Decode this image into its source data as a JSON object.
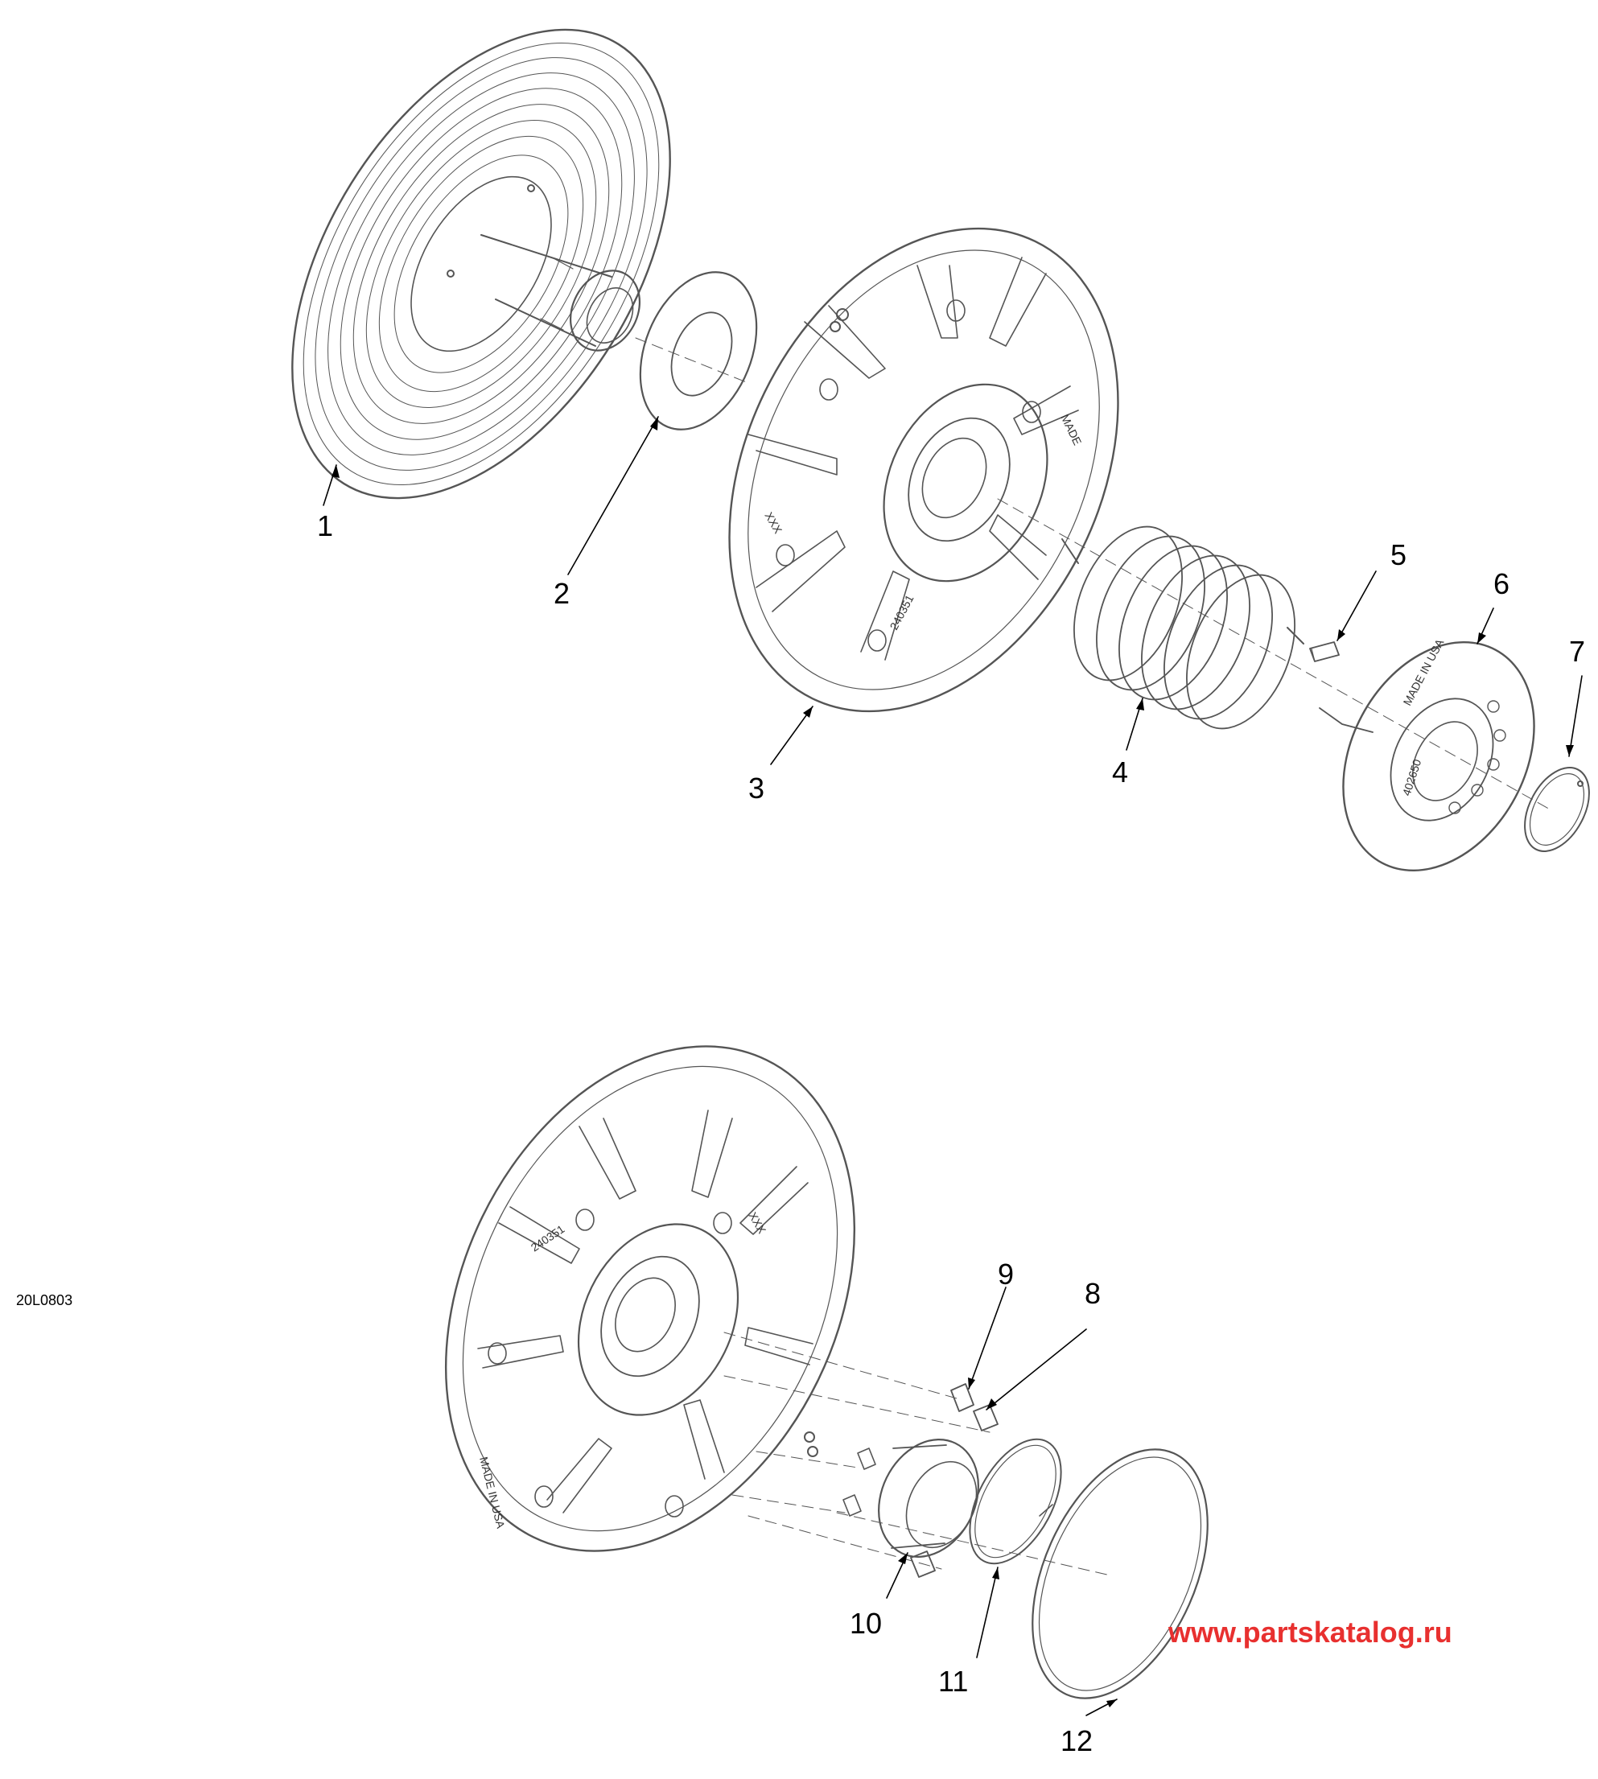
{
  "diagram": {
    "figure_code": "20L0803",
    "watermark": "www.partskatalog.ru",
    "watermark_color": "#e8302f",
    "line_color": "#555555",
    "callouts": [
      {
        "id": "1",
        "label": "1"
      },
      {
        "id": "2",
        "label": "2"
      },
      {
        "id": "3",
        "label": "3"
      },
      {
        "id": "4",
        "label": "4"
      },
      {
        "id": "5",
        "label": "5"
      },
      {
        "id": "6",
        "label": "6"
      },
      {
        "id": "7",
        "label": "7"
      },
      {
        "id": "8",
        "label": "8"
      },
      {
        "id": "9",
        "label": "9"
      },
      {
        "id": "10",
        "label": "10"
      },
      {
        "id": "11",
        "label": "11"
      },
      {
        "id": "12",
        "label": "12"
      }
    ],
    "marks": {
      "cam_made": "MADE",
      "cam_part_upper": "240351",
      "cam_xxx": "XXX",
      "cam_part_lower": "240351",
      "cam_made_lower": "MADE IN USA",
      "cam_xxx_lower": "XXX",
      "cover_made": "MADE IN USA",
      "cover_part": "402650"
    }
  }
}
